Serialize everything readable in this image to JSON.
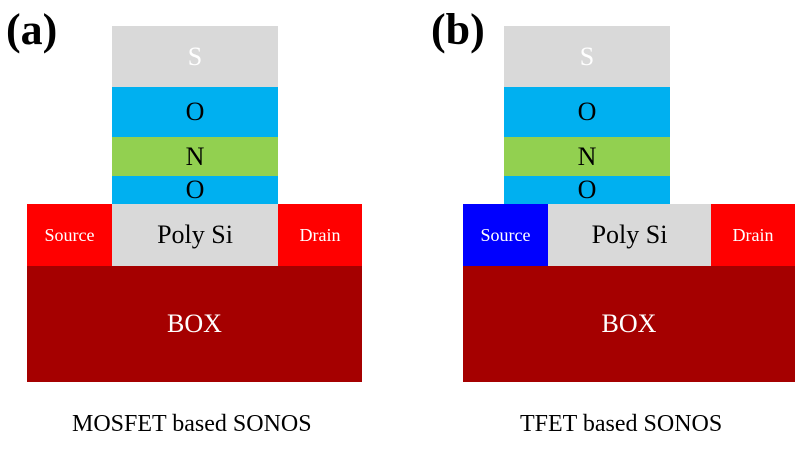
{
  "colors": {
    "gate": "#d9d9d9",
    "oxide": "#00b0f0",
    "nitride": "#92d050",
    "poly_si": "#d9d9d9",
    "source_n": "#ff0000",
    "source_p": "#0000ff",
    "drain": "#ff0000",
    "box": "#a50000"
  },
  "panels": [
    {
      "letter": "(a)",
      "layers": {
        "gate": "S",
        "top_oxide": "O",
        "nitride": "N",
        "tunnel_oxide": "O",
        "channel": "Poly Si",
        "source": "Source",
        "drain": "Drain",
        "box": "BOX"
      },
      "source_color": "#ff0000",
      "caption": "MOSFET based SONOS"
    },
    {
      "letter": "(b)",
      "layers": {
        "gate": "S",
        "top_oxide": "O",
        "nitride": "N",
        "tunnel_oxide": "O",
        "channel": "Poly Si",
        "source": "Source",
        "drain": "Drain",
        "box": "BOX"
      },
      "source_color": "#0000ff",
      "caption": "TFET based SONOS"
    }
  ]
}
